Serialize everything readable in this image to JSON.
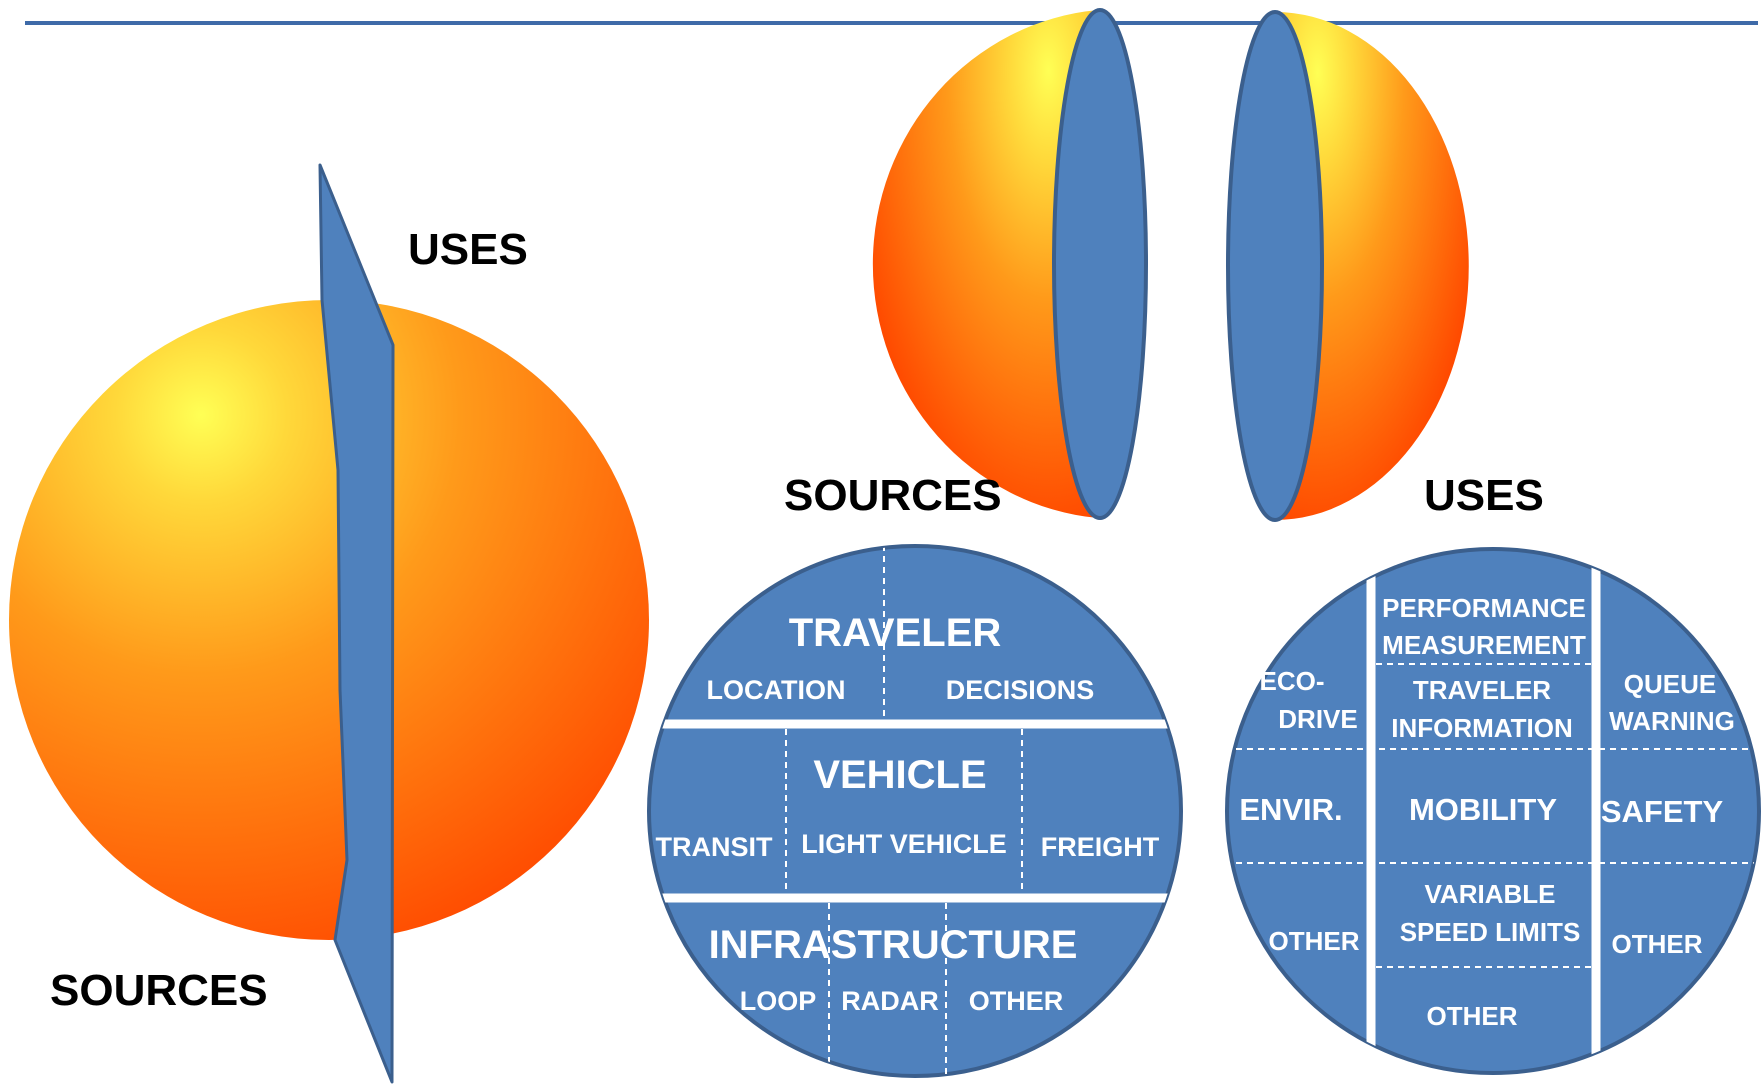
{
  "colors": {
    "header_rule": "#3e6aa8",
    "disc_fill": "#4f81bd",
    "disc_stroke": "#3b5f8d",
    "sphere_center": "#ffff55",
    "sphere_mid": "#ff9a1a",
    "sphere_edge": "#ff4a00",
    "divider": "#ffffff"
  },
  "left_figure": {
    "top_label": "USES",
    "bottom_label": "SOURCES"
  },
  "middle_labels": {
    "sources": "SOURCES",
    "uses": "USES"
  },
  "sources_disc": {
    "traveler": {
      "title": "TRAVELER",
      "items": [
        "LOCATION",
        "DECISIONS"
      ]
    },
    "vehicle": {
      "title": "VEHICLE",
      "items": [
        "TRANSIT",
        "LIGHT VEHICLE",
        "FREIGHT"
      ]
    },
    "infrastructure": {
      "title": "INFRASTRUCTURE",
      "items": [
        "LOOP",
        "RADAR",
        "OTHER"
      ]
    }
  },
  "uses_disc": {
    "left_column": {
      "eco_line1": "ECO-",
      "eco_line2": "DRIVE",
      "title": "ENVIR.",
      "other": "OTHER"
    },
    "center_column": {
      "perf_line1": "PERFORMANCE",
      "perf_line2": "MEASUREMENT",
      "trav_line1": "TRAVELER",
      "trav_line2": "INFORMATION",
      "title": "MOBILITY",
      "vsl_line1": "VARIABLE",
      "vsl_line2": "SPEED LIMITS",
      "other": "OTHER"
    },
    "right_column": {
      "queue_line1": "QUEUE",
      "queue_line2": "WARNING",
      "title": "SAFETY",
      "other": "OTHER"
    }
  }
}
